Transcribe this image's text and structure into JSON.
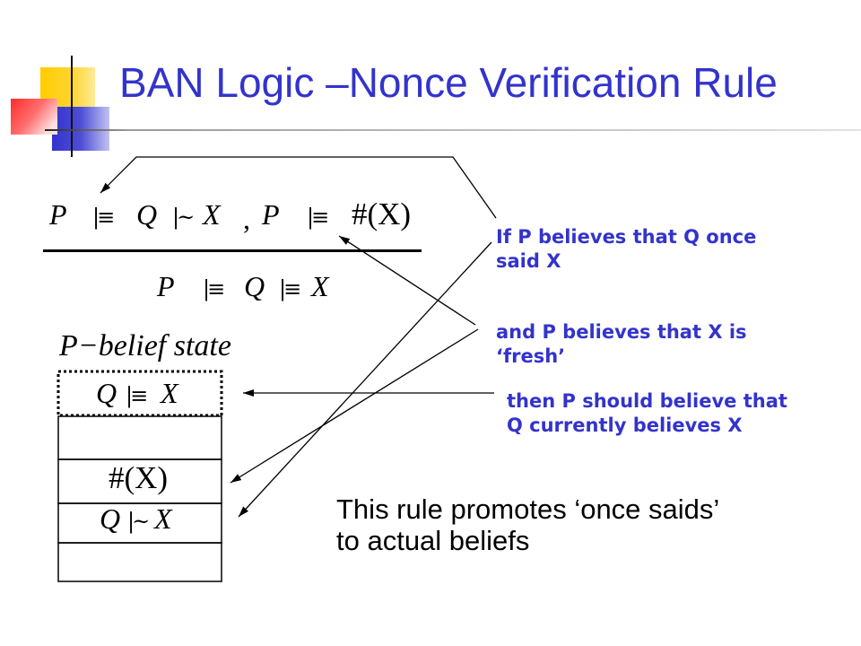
{
  "slide": {
    "title": "BAN Logic –Nonce Verification Rule"
  },
  "rule": {
    "premises": [
      {
        "tokens": [
          "P",
          "|≡",
          "Q",
          "|~",
          "X"
        ]
      },
      {
        "tokens": [
          "P",
          "|≡",
          "#(X)"
        ]
      }
    ],
    "separator": ",",
    "conclusion": {
      "tokens": [
        "P",
        "|≡",
        "Q",
        "|≡",
        "X"
      ]
    }
  },
  "belief_state": {
    "label": "P−belief state",
    "slots": [
      {
        "tokens": [
          "Q",
          "|≡",
          "X"
        ]
      },
      {
        "tokens": []
      },
      {
        "tokens": [
          "#(X)"
        ]
      },
      {
        "tokens": [
          "Q",
          "|~",
          "X"
        ]
      },
      {
        "tokens": []
      }
    ]
  },
  "annotations": [
    {
      "lines": [
        "If P believes that Q once",
        "said X"
      ]
    },
    {
      "lines": [
        "and P believes that X is",
        "‘fresh’"
      ]
    },
    {
      "lines": [
        "then P should believe that",
        "Q currently believes X"
      ]
    }
  ],
  "summary": {
    "lines": [
      "This rule promotes ‘once saids’",
      "to actual beliefs"
    ]
  },
  "colors": {
    "title": "#3333CC",
    "annotation": "#3333CC",
    "text": "#000000"
  }
}
